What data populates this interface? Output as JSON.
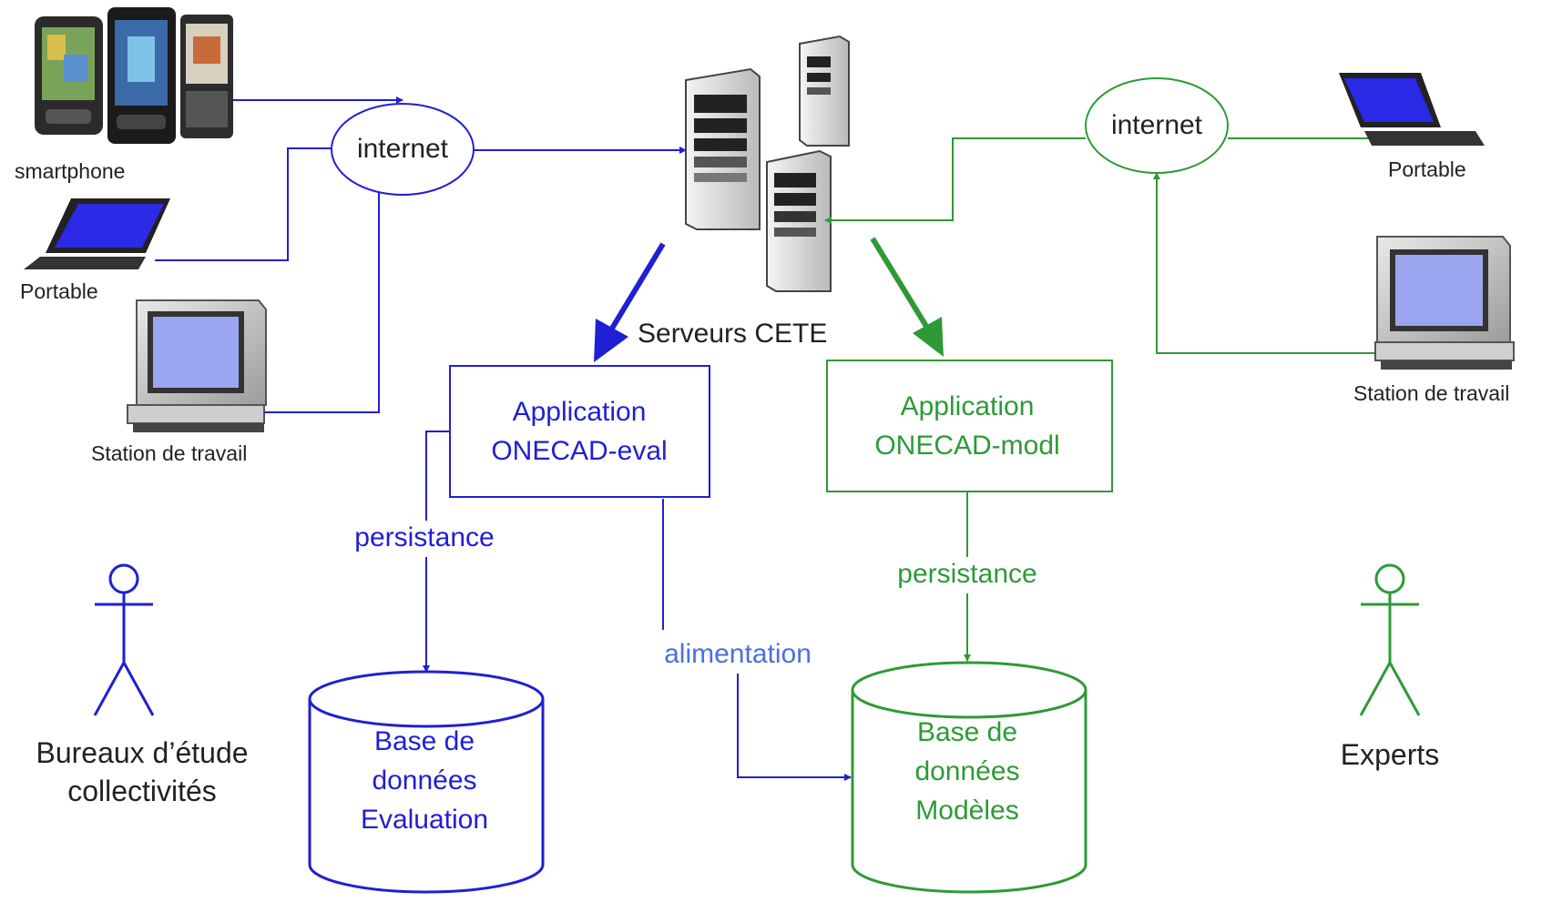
{
  "colors": {
    "blue": "#1f1fd6",
    "blue_light": "#4a6fe0",
    "green": "#2e9a36",
    "dark": "#222222",
    "screen": "#2a2ae6",
    "screen_light": "#9aa6f0"
  },
  "left_devices": {
    "smartphone_label": "smartphone",
    "laptop_label": "Portable",
    "workstation_label": "Station de travail"
  },
  "left_cloud": {
    "label": "internet"
  },
  "servers": {
    "label": "Serveurs CETE",
    "icon": "server-icon"
  },
  "right_cloud": {
    "label": "internet"
  },
  "right_devices": {
    "laptop_label": "Portable",
    "workstation_label": "Station de travail"
  },
  "app_eval": {
    "line1": "Application",
    "line2": "ONECAD-eval"
  },
  "app_modl": {
    "line1": "Application",
    "line2": "ONECAD-modl"
  },
  "edges": {
    "persist_left": "persistance",
    "persist_right": "persistance",
    "feed": "alimentation"
  },
  "db_eval": {
    "line1": "Base de",
    "line2": "données",
    "line3": "Evaluation"
  },
  "db_models": {
    "line1": "Base de",
    "line2": "données",
    "line3": "Modèles"
  },
  "actor_left": {
    "line1": "Bureaux d’étude",
    "line2": "collectivités",
    "icon": "stick-figure-icon"
  },
  "actor_right": {
    "line1": "Experts",
    "icon": "stick-figure-icon"
  }
}
